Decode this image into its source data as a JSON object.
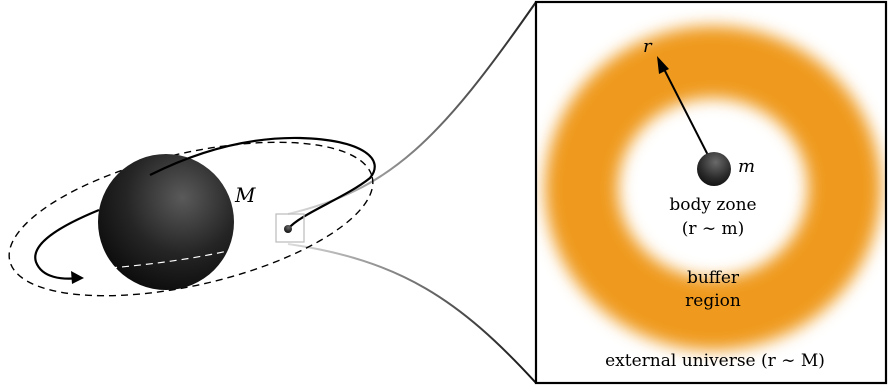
{
  "labels": {
    "large_mass": "M",
    "small_mass": "m",
    "radius": "r",
    "body_zone_line1": "body zone",
    "body_zone_line2": "(r ∼ m)",
    "buffer_line1": "buffer",
    "buffer_line2": "region",
    "external": "external universe (r ∼ M)"
  },
  "colors": {
    "buffer": "#EF9A1E",
    "sphere_dark": "#111111",
    "sphere_light": "#5a5a5a",
    "line": "#000000",
    "zoom_box": "#bbbbbb"
  }
}
